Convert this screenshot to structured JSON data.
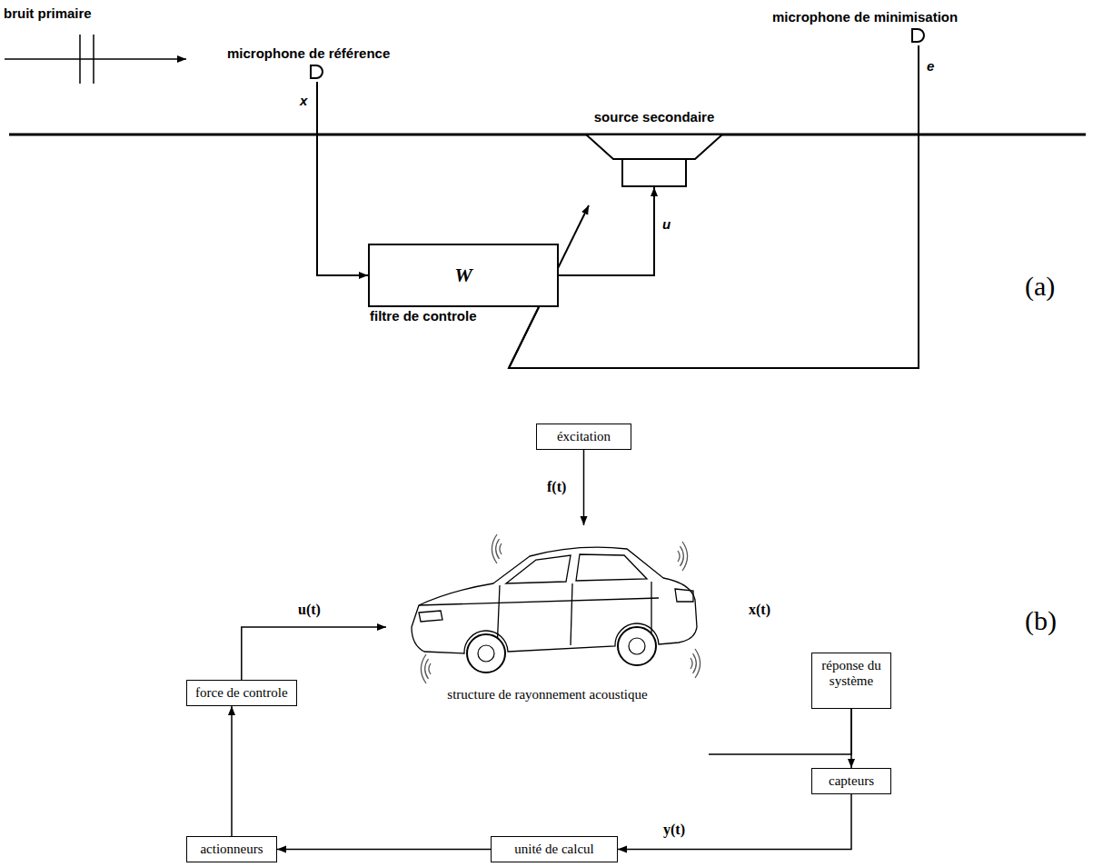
{
  "diagram": {
    "nodes": [
      {
        "text": [
          "microphone de référence"
        ]
      },
      {
        "text": [
          "source secondaire"
        ]
      },
      {
        "text": [
          "microphone de minimisation"
        ]
      },
      {
        "text": [
          "W",
          "filtre de controle"
        ]
      },
      {
        "text": [
          "éxcitation"
        ]
      },
      {
        "text": [
          "structure de rayonnement acoustique"
        ]
      },
      {
        "text": [
          "réponse du système"
        ]
      },
      {
        "text": [
          "capteurs"
        ]
      },
      {
        "text": [
          "unité de calcul"
        ]
      },
      {
        "text": [
          "actionneurs"
        ]
      },
      {
        "text": [
          "force de controle"
        ]
      }
    ],
    "edges": [
      {
        "from": 0,
        "to": 3,
        "label": "x",
        "arrow": "to"
      },
      {
        "from": 3,
        "to": 1,
        "label": "u",
        "arrow": "to"
      },
      {
        "from": 2,
        "to": 3,
        "label": "e",
        "arrow": "none"
      },
      {
        "from": 4,
        "to": 5,
        "label": "f(t)",
        "arrow": "to"
      },
      {
        "from": 5,
        "to": 6,
        "label": "x(t)",
        "arrow": "to"
      },
      {
        "from": 6,
        "to": 7,
        "arrow": "to"
      },
      {
        "from": 7,
        "to": 8,
        "label": "y(t)",
        "arrow": "to"
      },
      {
        "from": 8,
        "to": 9,
        "arrow": "to"
      },
      {
        "from": 9,
        "to": 10,
        "arrow": "to"
      },
      {
        "from": 10,
        "to": 5,
        "label": "u(t)",
        "arrow": "to"
      }
    ],
    "labels": [
      "bruit primaire",
      "(a)",
      "(b)"
    ]
  }
}
